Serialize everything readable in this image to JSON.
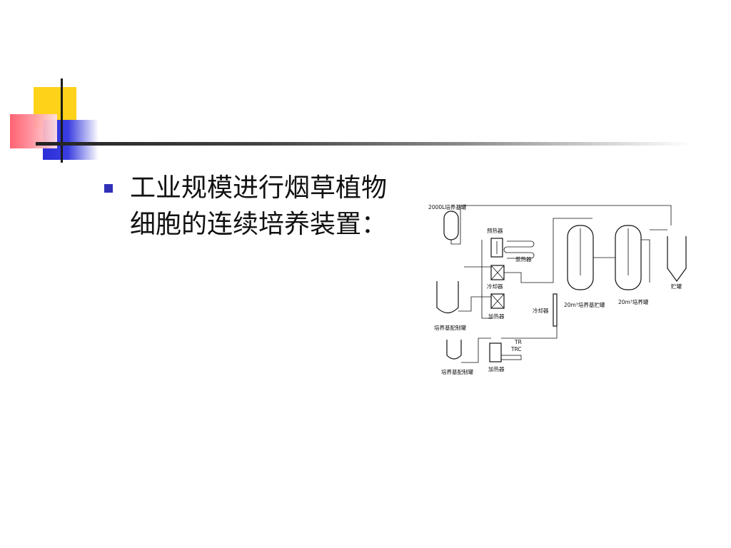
{
  "slide": {
    "bullet_text": "工业规模进行烟草植物细胞的连续培养装置："
  },
  "diagram": {
    "labels": {
      "tank_2000l": "2000L培养基罐",
      "preheater": "预热器",
      "steam_heater": "蒸热器",
      "cooler_1": "冷却器",
      "heater_1": "加热器",
      "cooler_2": "冷却器",
      "tank_20m_storage": "20m³培养基贮罐",
      "tank_20m_culture": "20m³培养罐",
      "storage_tank": "贮罐",
      "prep_tank_1": "培养基配制罐",
      "prep_tank_2": "培养基配制罐",
      "tr": "TR",
      "trc": "TRC",
      "heater_2": "加热器"
    }
  },
  "colors": {
    "yellow": "#ffd21a",
    "blue": "#2b2fd8",
    "red": "#ff5a6a",
    "bullet": "#2f2fb8"
  }
}
